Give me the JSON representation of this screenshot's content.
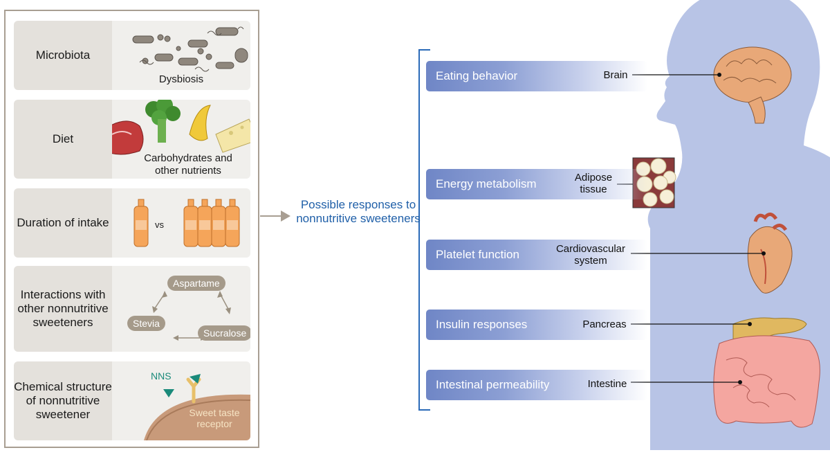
{
  "left_panel": {
    "factors": [
      {
        "label": "Microbiota",
        "caption": "Dysbiosis"
      },
      {
        "label": "Diet",
        "caption": "Carbohydrates and other nutrients"
      },
      {
        "label": "Duration of intake",
        "caption": "vs"
      },
      {
        "label": "Interactions with other nonnutritive sweeteners",
        "sweeteners": [
          "Aspartame",
          "Stevia",
          "Sucralose"
        ]
      },
      {
        "label": "Chemical structure of nonnutritive sweetener",
        "nns": "NNS",
        "receptor": "Sweet taste receptor"
      }
    ]
  },
  "center": {
    "text": "Possible responses to nonnutritive sweeteners"
  },
  "responses": [
    {
      "label": "Eating behavior",
      "organ": "Brain"
    },
    {
      "label": "Energy metabolism",
      "organ": "Adipose tissue"
    },
    {
      "label": "Platelet function",
      "organ": "Cardiovascular system"
    },
    {
      "label": "Insulin responses",
      "organ": "Pancreas"
    },
    {
      "label": "Intestinal permeability",
      "organ": "Intestine"
    }
  ],
  "colors": {
    "panel_label_bg": "#e4e1dc",
    "panel_pic_bg": "#f0efec",
    "frame": "#a89e92",
    "accent_blue": "#1f5fa8",
    "bar_blue": "#6f86c6",
    "body_silhouette": "#b8c4e6",
    "nns_teal": "#1a8a7a"
  }
}
